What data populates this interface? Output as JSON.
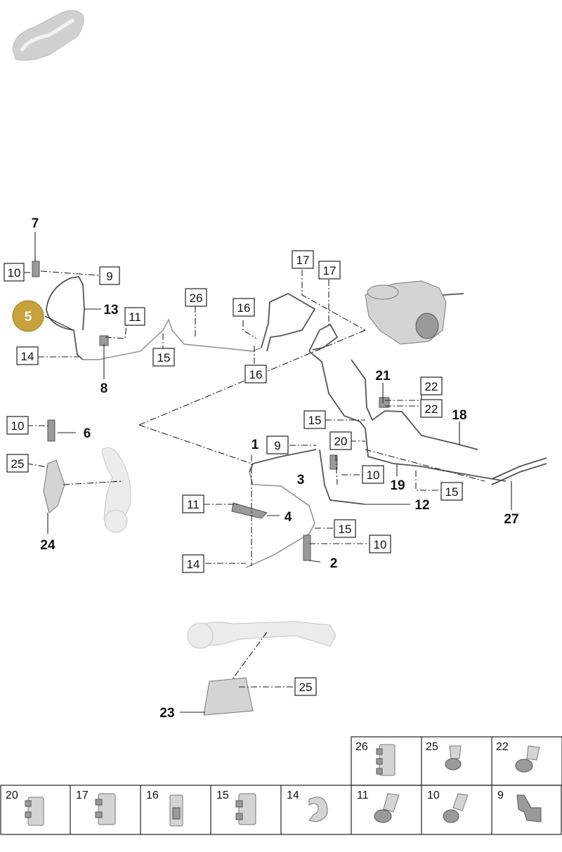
{
  "callouts": {
    "c1": "1",
    "c2": "2",
    "c3": "3",
    "c4": "4",
    "c5": "5",
    "c6": "6",
    "c7": "7",
    "c8": "8",
    "c12": "12",
    "c13": "13",
    "c18": "18",
    "c19": "19",
    "c21": "21",
    "c23": "23",
    "c24": "24",
    "c27": "27"
  },
  "boxes": {
    "b10a": "10",
    "b9a": "9",
    "b11a": "11",
    "b14a": "14",
    "b15a": "15",
    "b26": "26",
    "b16a": "16",
    "b16b": "16",
    "b17a": "17",
    "b17b": "17",
    "b22a": "22",
    "b22b": "22",
    "b15b": "15",
    "b20": "20",
    "b9b": "9",
    "b10b": "10",
    "b10c": "10",
    "b25a": "25",
    "b11b": "11",
    "b15c": "15",
    "b15d": "15",
    "b10d": "10",
    "b14b": "14",
    "b25b": "25"
  },
  "legend": {
    "top_row": [
      "26",
      "25",
      "22"
    ],
    "bottom_row": [
      "20",
      "17",
      "16",
      "15",
      "14",
      "11",
      "10",
      "9"
    ]
  },
  "colors": {
    "highlight": "#c8a23a",
    "highlight_text": "#ffffff"
  }
}
